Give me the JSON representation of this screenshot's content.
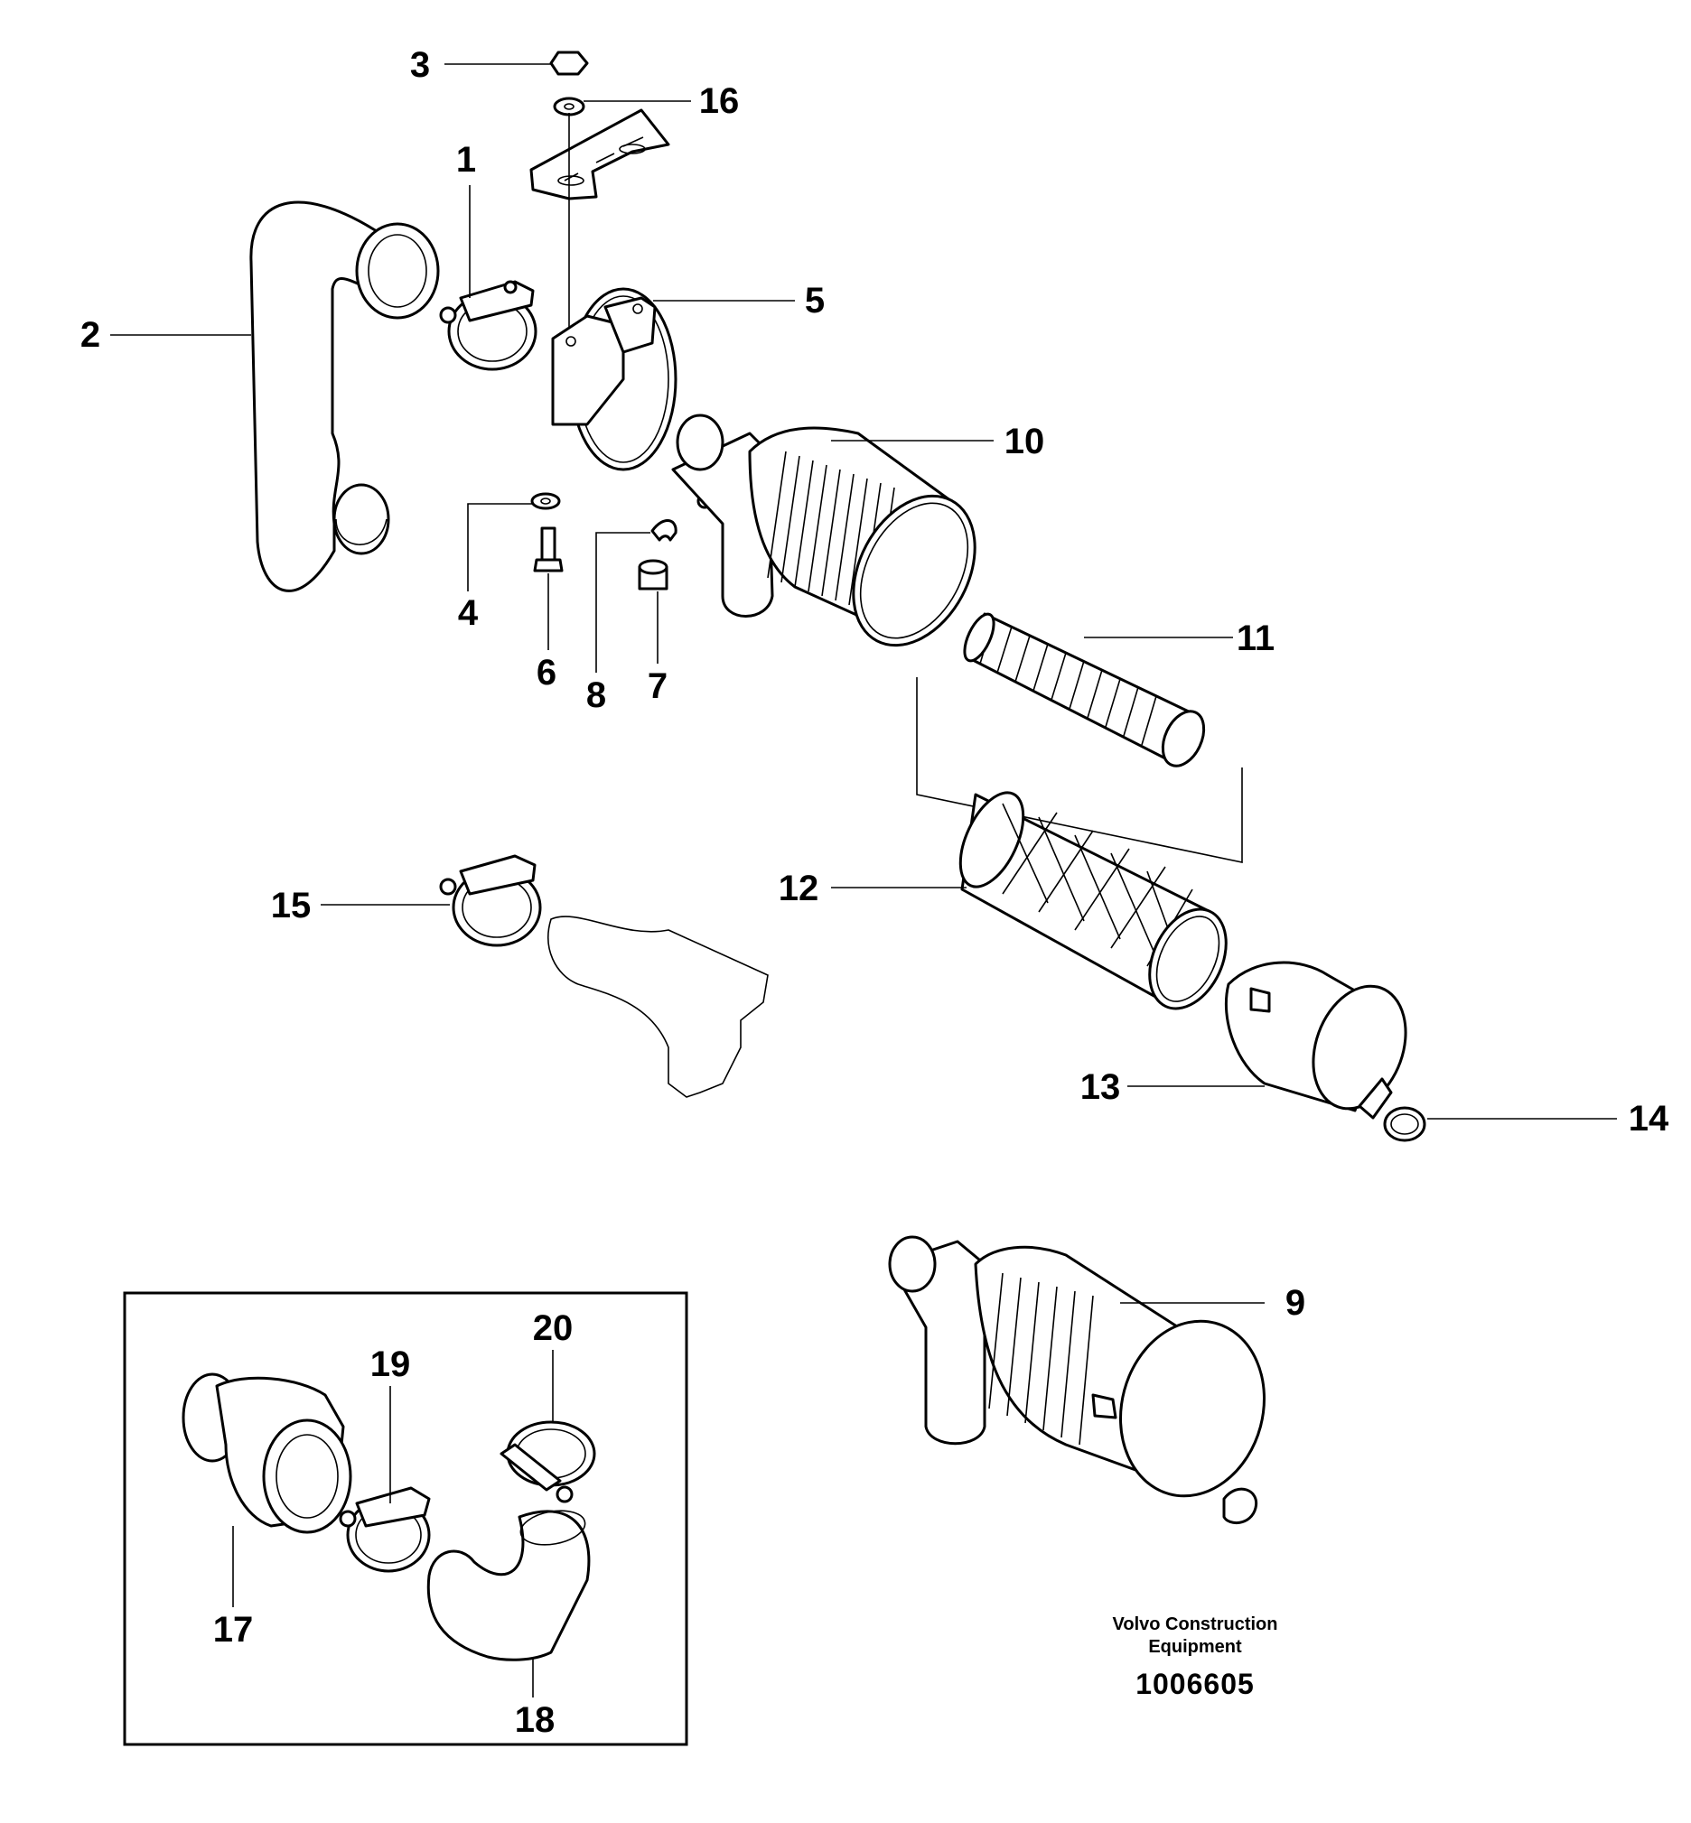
{
  "diagram": {
    "labels": [
      "1",
      "2",
      "3",
      "4",
      "5",
      "6",
      "7",
      "8",
      "9",
      "10",
      "11",
      "12",
      "13",
      "14",
      "15",
      "16",
      "17",
      "18",
      "19",
      "20"
    ],
    "caption_line1": "Volvo Construction",
    "caption_line2": "Equipment",
    "drawing_number": "1006605"
  },
  "colors": {
    "ink": "#000000",
    "paper": "#ffffff"
  }
}
